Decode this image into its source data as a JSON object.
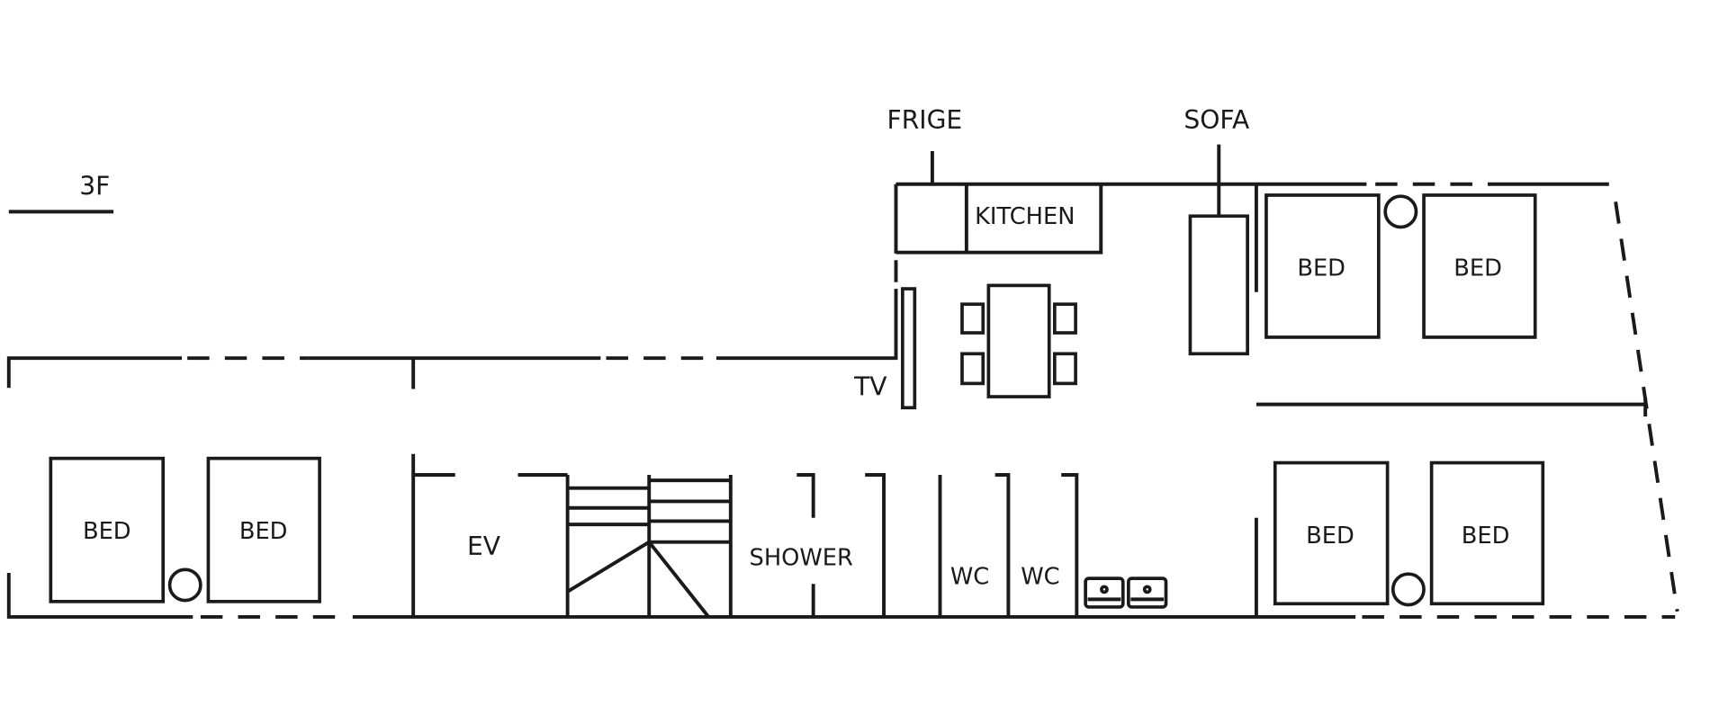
{
  "floor_label": "3F",
  "callouts": {
    "fridge": "FRIGE",
    "sofa": "SOFA"
  },
  "rooms": {
    "kitchen": "KITCHEN",
    "tv": "TV",
    "ev": "EV",
    "shower": "SHOWER",
    "wc1": "WC",
    "wc2": "WC"
  },
  "beds": [
    "BED",
    "BED",
    "BED",
    "BED",
    "BED",
    "BED"
  ]
}
